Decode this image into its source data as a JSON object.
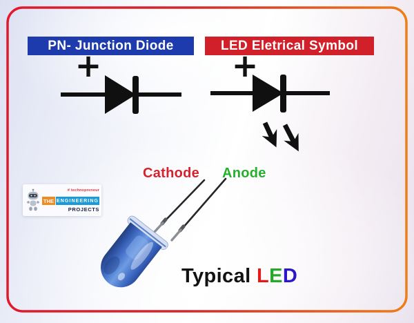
{
  "titles": {
    "pn_diode": "PN- Junction Diode",
    "led_symbol": "LED Eletrical Symbol"
  },
  "labels": {
    "plus": "+",
    "cathode": "Cathode",
    "anode": "Anode"
  },
  "typical": {
    "word": "Typical ",
    "letters": [
      "L",
      "E",
      "D"
    ]
  },
  "logo": {
    "tagline": "# technopreneur",
    "the": "THE",
    "engineering": "ENGINEERING",
    "projects": "PROJECTS"
  },
  "icons": [
    "plus-icon",
    "pn-diode-symbol",
    "led-diode-symbol",
    "light-emission-arrows-icon",
    "robot-mascot-icon",
    "led-photo"
  ],
  "colors": {
    "badge_blue_bg": "#1d3bad",
    "badge_red_bg": "#d2202a",
    "cathode_text": "#d4232e",
    "anode_text": "#25b02c",
    "typical_L": "#e11a1a",
    "typical_E": "#28a828",
    "typical_D": "#2a18c8",
    "symbol_black": "#101010",
    "border_gradient_left": "#e2182c",
    "border_gradient_right": "#ef7d18",
    "led_body_blue": "#4a79d4",
    "logo_the_bg": "#ef8b21",
    "logo_engineering_bg": "#1b9ad8"
  }
}
